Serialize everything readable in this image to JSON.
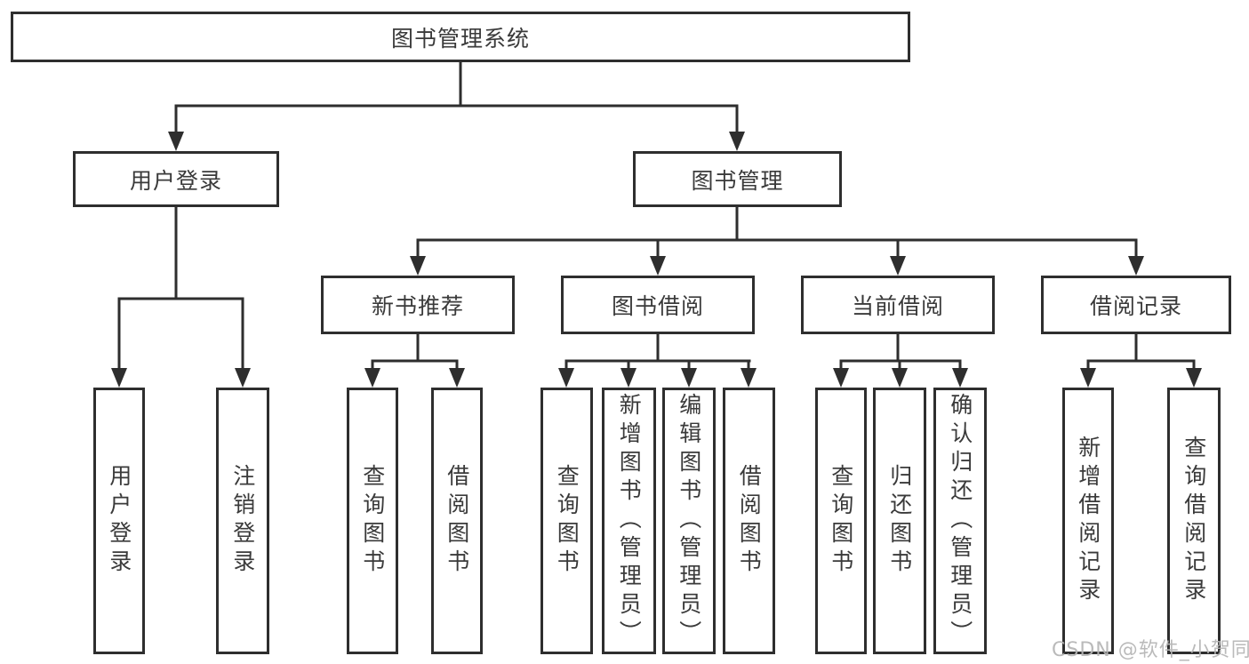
{
  "nodes": {
    "root": "图书管理系统",
    "user_login": "用户登录",
    "book_mgmt": "图书管理",
    "new_recommend": "新书推荐",
    "book_borrow": "图书借阅",
    "current_borrow": "当前借阅",
    "borrow_record": "借阅记录",
    "user_login_leaf": "用户登录",
    "logout_leaf": "注销登录",
    "new_query": "查询图书",
    "new_borrow": "借阅图书",
    "bb_query": "查询图书",
    "bb_add": "新增图书（管理员）",
    "bb_edit": "编辑图书（管理员）",
    "bb_borrow": "借阅图书",
    "cb_query": "查询图书",
    "cb_return": "归还图书",
    "cb_confirm": "确认归还（管理员）",
    "br_add": "新增借阅记录",
    "br_query": "查询借阅记录"
  },
  "watermark": "CSDN @软件_小贺同学",
  "colors": {
    "line": "#2e2e2e",
    "box_border": "#2e2e2e",
    "text": "#3a3a3a",
    "background": "#ffffff",
    "watermark": "#b5b5b5"
  }
}
